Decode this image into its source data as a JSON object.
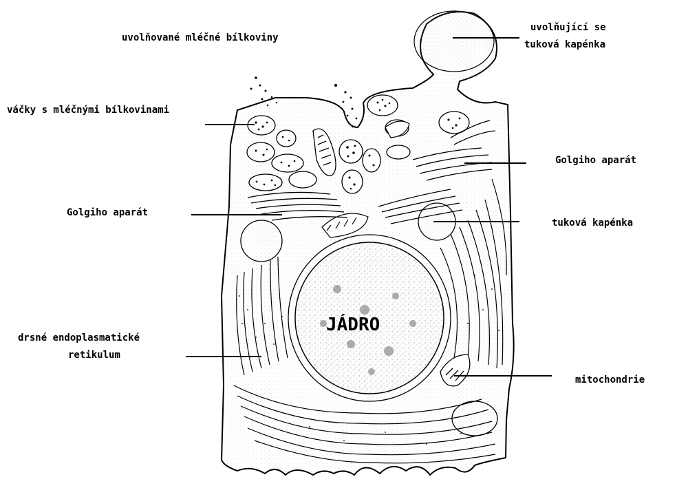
{
  "labels": {
    "released_milk_proteins": "uvolňované mléčné bílkoviny",
    "releasing_fat_droplet_line1": "uvolňující se",
    "releasing_fat_droplet_line2": "tuková kapénka",
    "protein_vesicles": "váčky s mléčnými bílkovinami",
    "golgi_right": "Golgiho aparát",
    "golgi_left": "Golgiho aparát",
    "fat_droplet": "tuková kapénka",
    "rough_er_line1": "drsné endoplasmatické",
    "rough_er_line2": "retikulum",
    "mitochondria": "mitochondrie",
    "nucleus": "JÁDRO"
  },
  "colors": {
    "ink": "#000000",
    "background": "#ffffff",
    "cytoplasm": "#f2f2f2"
  }
}
